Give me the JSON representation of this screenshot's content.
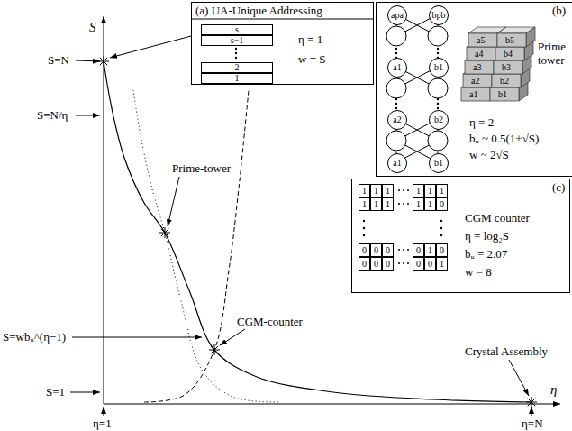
{
  "diagram": {
    "nodes": [
      {
        "text": [
          "(a) UA-Unique Addressing",
          "η = 1",
          "w = S"
        ]
      },
      {
        "text": [
          "s"
        ],
        "in": 0
      },
      {
        "text": [
          "s−1"
        ],
        "in": 0
      },
      {
        "text": [
          "2"
        ],
        "in": 0
      },
      {
        "text": [
          "1"
        ],
        "in": 0
      },
      {
        "text": [
          "(b)",
          "Prime tower",
          "η = 2",
          "bᵤ ~ 0.5(1+√S)",
          "w ~ 2√S"
        ]
      },
      {
        "text": [
          "apa"
        ],
        "in": 5
      },
      {
        "text": [
          "bpb"
        ],
        "in": 5
      },
      {
        "text": [
          "a1"
        ],
        "in": 5
      },
      {
        "text": [
          "b1"
        ],
        "in": 5
      },
      {
        "text": [
          "a2"
        ],
        "in": 5
      },
      {
        "text": [
          "b2"
        ],
        "in": 5
      },
      {
        "text": [
          "a1"
        ],
        "in": 5
      },
      {
        "text": [
          "b1"
        ],
        "in": 5
      },
      {
        "text": [
          "(c)",
          "CGM counter",
          "η = log₂S",
          "bᵤ = 2.07",
          "w = 8"
        ]
      }
    ],
    "labels": [
      "S",
      "η",
      "S=N",
      "S=N/η",
      "S=wbᵤ^(η−1)",
      "S=1",
      "η=1",
      "η=N",
      "Prime-tower",
      "CGM-counter",
      "Crystal Assembly",
      "a5",
      "b5",
      "a4",
      "b4",
      "a3",
      "b3",
      "a2",
      "b2",
      "a1",
      "b1",
      "1",
      "1",
      "1",
      "1",
      "1",
      "1",
      "1",
      "1",
      "1",
      "1",
      "1",
      "0",
      "0",
      "0",
      "0",
      "0",
      "1",
      "0",
      "0",
      "0",
      "0",
      "0",
      "0",
      "1"
    ]
  }
}
